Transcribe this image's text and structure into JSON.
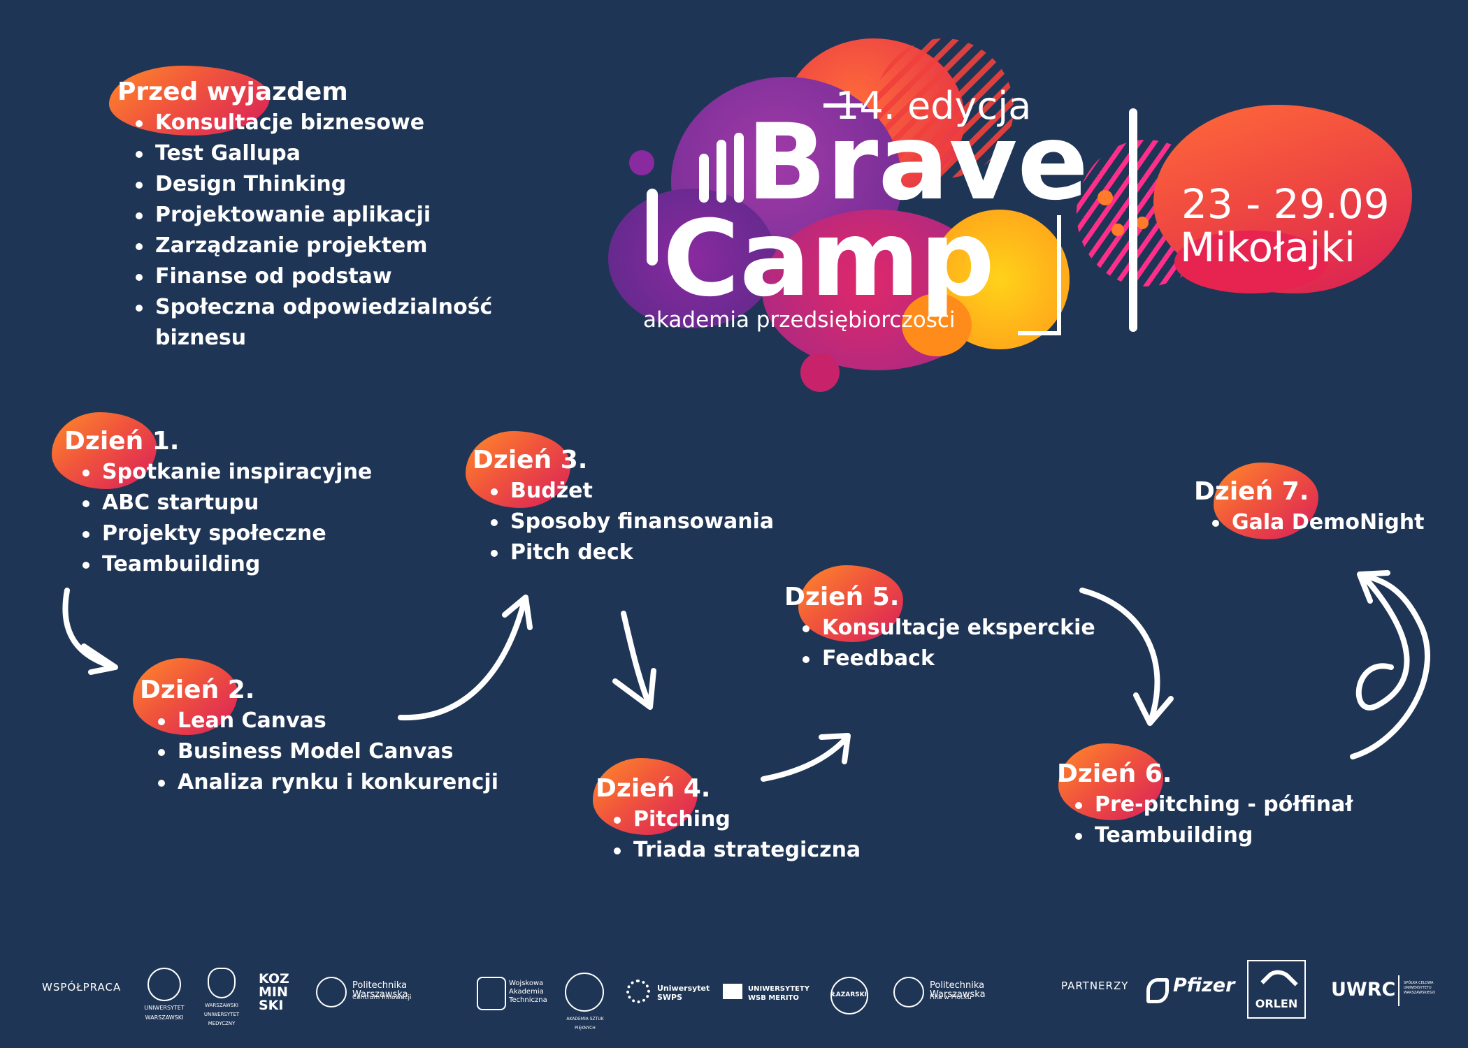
{
  "header": {
    "edition": "14. edycja",
    "title_line1": "Brave",
    "title_line2": "Camp",
    "subtitle": "akademia przedsiębiorczości",
    "dates": "23 - 29.09",
    "place": "Mikołajki"
  },
  "before": {
    "title": "Przed wyjazdem",
    "items": [
      "Konsultacje biznesowe",
      "Test Gallupa",
      "Design Thinking",
      "Projektowanie aplikacji",
      "Zarządzanie projektem",
      "Finanse od podstaw",
      "Społeczna odpowiedzialność biznesu"
    ]
  },
  "days": [
    {
      "title": "Dzień 1.",
      "items": [
        "Spotkanie inspiracyjne",
        "ABC startupu",
        "Projekty społeczne",
        "Teambuilding"
      ]
    },
    {
      "title": "Dzień 2.",
      "items": [
        "Lean Canvas",
        "Business Model Canvas",
        "Analiza rynku i konkurencji"
      ]
    },
    {
      "title": "Dzień 3.",
      "items": [
        "Budżet",
        "Sposoby finansowania",
        "Pitch deck"
      ]
    },
    {
      "title": "Dzień 4.",
      "items": [
        "Pitching",
        "Triada strategiczna"
      ]
    },
    {
      "title": "Dzień 5.",
      "items": [
        "Konsultacje eksperckie",
        "Feedback"
      ]
    },
    {
      "title": "Dzień 6.",
      "items": [
        "Pre-pitching - półfinał",
        "Teambuilding"
      ]
    },
    {
      "title": "Dzień 7.",
      "items": [
        "Gala DemoNight"
      ]
    }
  ],
  "footer": {
    "cooperation_label": "WSPÓŁPRACA",
    "partners_label": "PARTNERZY",
    "logos": {
      "uw": "UNIWERSYTET WARSZAWSKI",
      "wum": "WARSZAWSKI UNIWERSYTET MEDYCZNY",
      "kozminski": "KOZ MIN SKI",
      "pw1_name": "Politechnika Warszawska",
      "pw1_sub": "Centrum Innowacji",
      "wat": "Wojskowa Akademia Techniczna",
      "asp": "AKADEMIA SZTUK PIĘKNYCH",
      "swps": "Uniwersytet SWPS",
      "merito": "UNIWERSYTETY WSB MERITO",
      "lazarski": "ŁAZARSKI",
      "pw2_name": "Politechnika Warszawska",
      "pw2_sub": "Filia w Płocku",
      "pfizer": "Pfizer",
      "orlen": "ORLEN",
      "uwrc": "UWRC",
      "uwrc_sub": "SPÓŁKA CELOWA UNIWERSYTETU WARSZAWSKIEGO"
    }
  }
}
